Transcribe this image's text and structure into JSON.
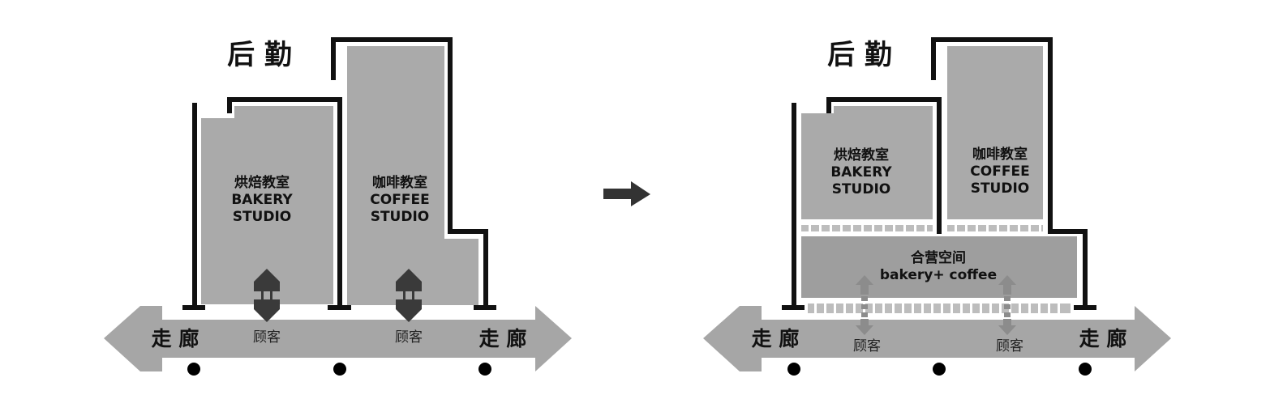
{
  "labels": {
    "logistics": "后 勤",
    "corridor": "走 廊",
    "customer": "顾客",
    "bakery_cn": "烘焙教室",
    "bakery_en1": "BAKERY",
    "bakery_en2": "STUDIO",
    "coffee_cn": "咖啡教室",
    "coffee_en1": "COFFEE",
    "coffee_en2": "STUDIO",
    "shared_cn": "合营空间",
    "shared_en": "bakery+ coffee"
  },
  "colors": {
    "room_fill": "#aaaaaa",
    "shared_fill": "#9e9e9e",
    "corridor_fill": "#a6a6a6",
    "wall": "#111111",
    "arrow_dark": "#3a3a3a",
    "arrow_light": "#8c8c8c",
    "dash": "#bdbdbd"
  },
  "icons": {
    "transition": "right-arrow-icon",
    "customer_flow": "double-arrow-icon",
    "column": "column-dot-icon"
  }
}
